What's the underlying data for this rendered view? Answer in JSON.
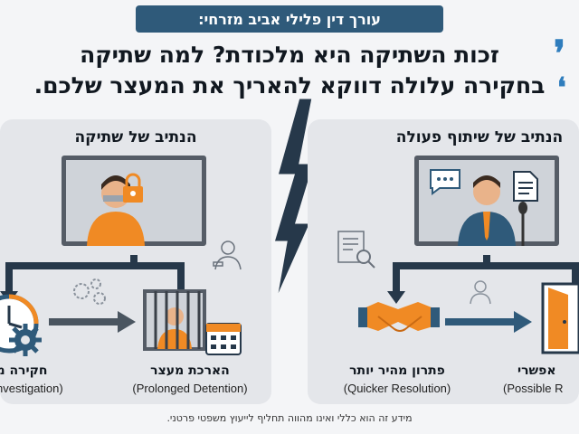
{
  "banner": "עורך דין פלילי אביב מזרחי:",
  "headline": {
    "line1": "זכות השתיקה היא מלכודת? למה שתיקה",
    "line2": "בחקירה עלולה דווקא להאריך את המעצר שלכם."
  },
  "left_panel": {
    "title": "הנתיב של שתיקה",
    "node_a": {
      "label": "חקירה מ",
      "sub": "nvestigation)"
    },
    "node_b": {
      "label": "הארכת מעצר",
      "sub": "(Prolonged Detention)"
    }
  },
  "right_panel": {
    "title": "הנתיב של שיתוף פעולה",
    "node_a": {
      "label": "פתרון מהיר יותר",
      "sub": "(Quicker Resolution)"
    },
    "node_b": {
      "label": "אפשרי",
      "sub": "(Possible R"
    }
  },
  "disclaimer": "מידע זה הוא כללי ואינו מהווה תחליף לייעוץ משפטי פרטני.",
  "colors": {
    "banner": "#2f5a7a",
    "accent": "#2f7dbd",
    "panel": "#e4e6ea",
    "orange": "#f08a24",
    "dark_navy": "#26384a"
  }
}
